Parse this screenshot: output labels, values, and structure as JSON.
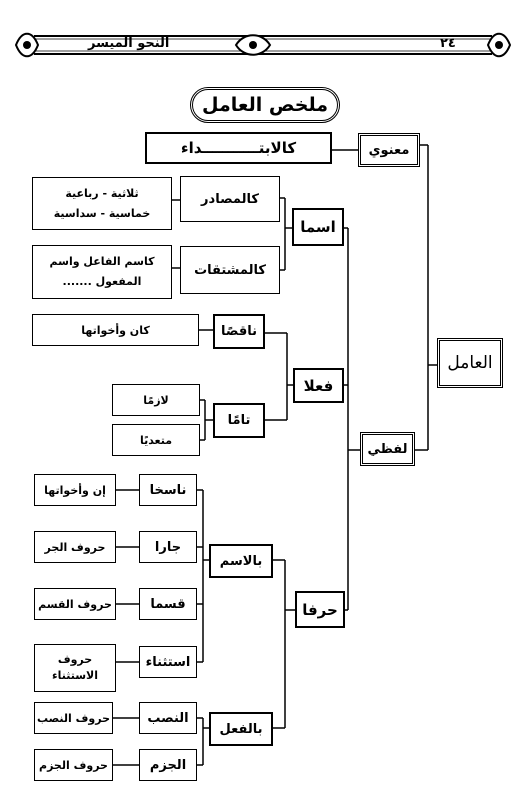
{
  "header": {
    "page_number": "٢٤",
    "book_title": "النحو الميسر"
  },
  "title": "ملخص العامل",
  "tree": {
    "root": "العامل",
    "manawi": "معنوي",
    "ibtida": "كالابتـــــــــــداء",
    "lafzi": "لفظي",
    "ism": "اسما",
    "masadir": "كالمصادر",
    "masadir_list": [
      "ثلاثية - رباعية",
      "خماسية - سداسية"
    ],
    "mushtaqqat": "كالمشتقات",
    "mushtaqqat_list": [
      "كاسم الفاعل واسم",
      "المفعول ......."
    ],
    "fil": "فعلا",
    "naqis": "ناقصًا",
    "kana": "كان وأخواتها",
    "tamm": "تامًا",
    "lazim": "لازمًا",
    "mutaaddi": "متعديًا",
    "harf": "حرفا",
    "bil_ism": "بالاسم",
    "nasikh": "ناسخا",
    "inna": "إن وأخواتها",
    "jarr": "جارا",
    "huruf_jarr": "حروف الجر",
    "qasam": "قسما",
    "huruf_qasam": "حروف القسم",
    "istithna": "استثناء",
    "huruf_istithna": [
      "حروف",
      "الاستثناء"
    ],
    "bil_fil": "بالفعل",
    "nasb": "النصب",
    "huruf_nasb": "حروف النصب",
    "jazm": "الجزم",
    "huruf_jazm": "حروف الجزم"
  }
}
